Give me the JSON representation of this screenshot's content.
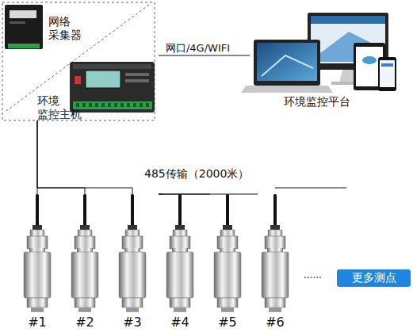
{
  "diagram": {
    "nodes": [
      {
        "text": [
          "网络采集器"
        ]
      },
      {
        "text": [
          "环境监控主机"
        ]
      },
      {
        "text": [
          "环境监控平台"
        ]
      },
      {
        "text": [
          "#1"
        ]
      },
      {
        "text": [
          "#2"
        ]
      },
      {
        "text": [
          "#3"
        ]
      },
      {
        "text": [
          "#4"
        ]
      },
      {
        "text": [
          "#5"
        ]
      },
      {
        "text": [
          "#6"
        ]
      },
      {
        "text": [
          "更多测点"
        ]
      }
    ],
    "edges": [
      {
        "from": 1,
        "to": 2,
        "arrow": "none",
        "label": "网口/4G/WIFI"
      },
      {
        "from": 1,
        "to": 3,
        "arrow": "none"
      },
      {
        "from": 1,
        "to": 4,
        "arrow": "none"
      },
      {
        "from": 1,
        "to": 5,
        "arrow": "none"
      },
      {
        "from": 1,
        "to": 6,
        "arrow": "none"
      },
      {
        "from": 1,
        "to": 7,
        "arrow": "none"
      },
      {
        "from": 1,
        "to": 8,
        "arrow": "none"
      }
    ],
    "labels": [
      "485传输（2000米）",
      "......"
    ]
  }
}
